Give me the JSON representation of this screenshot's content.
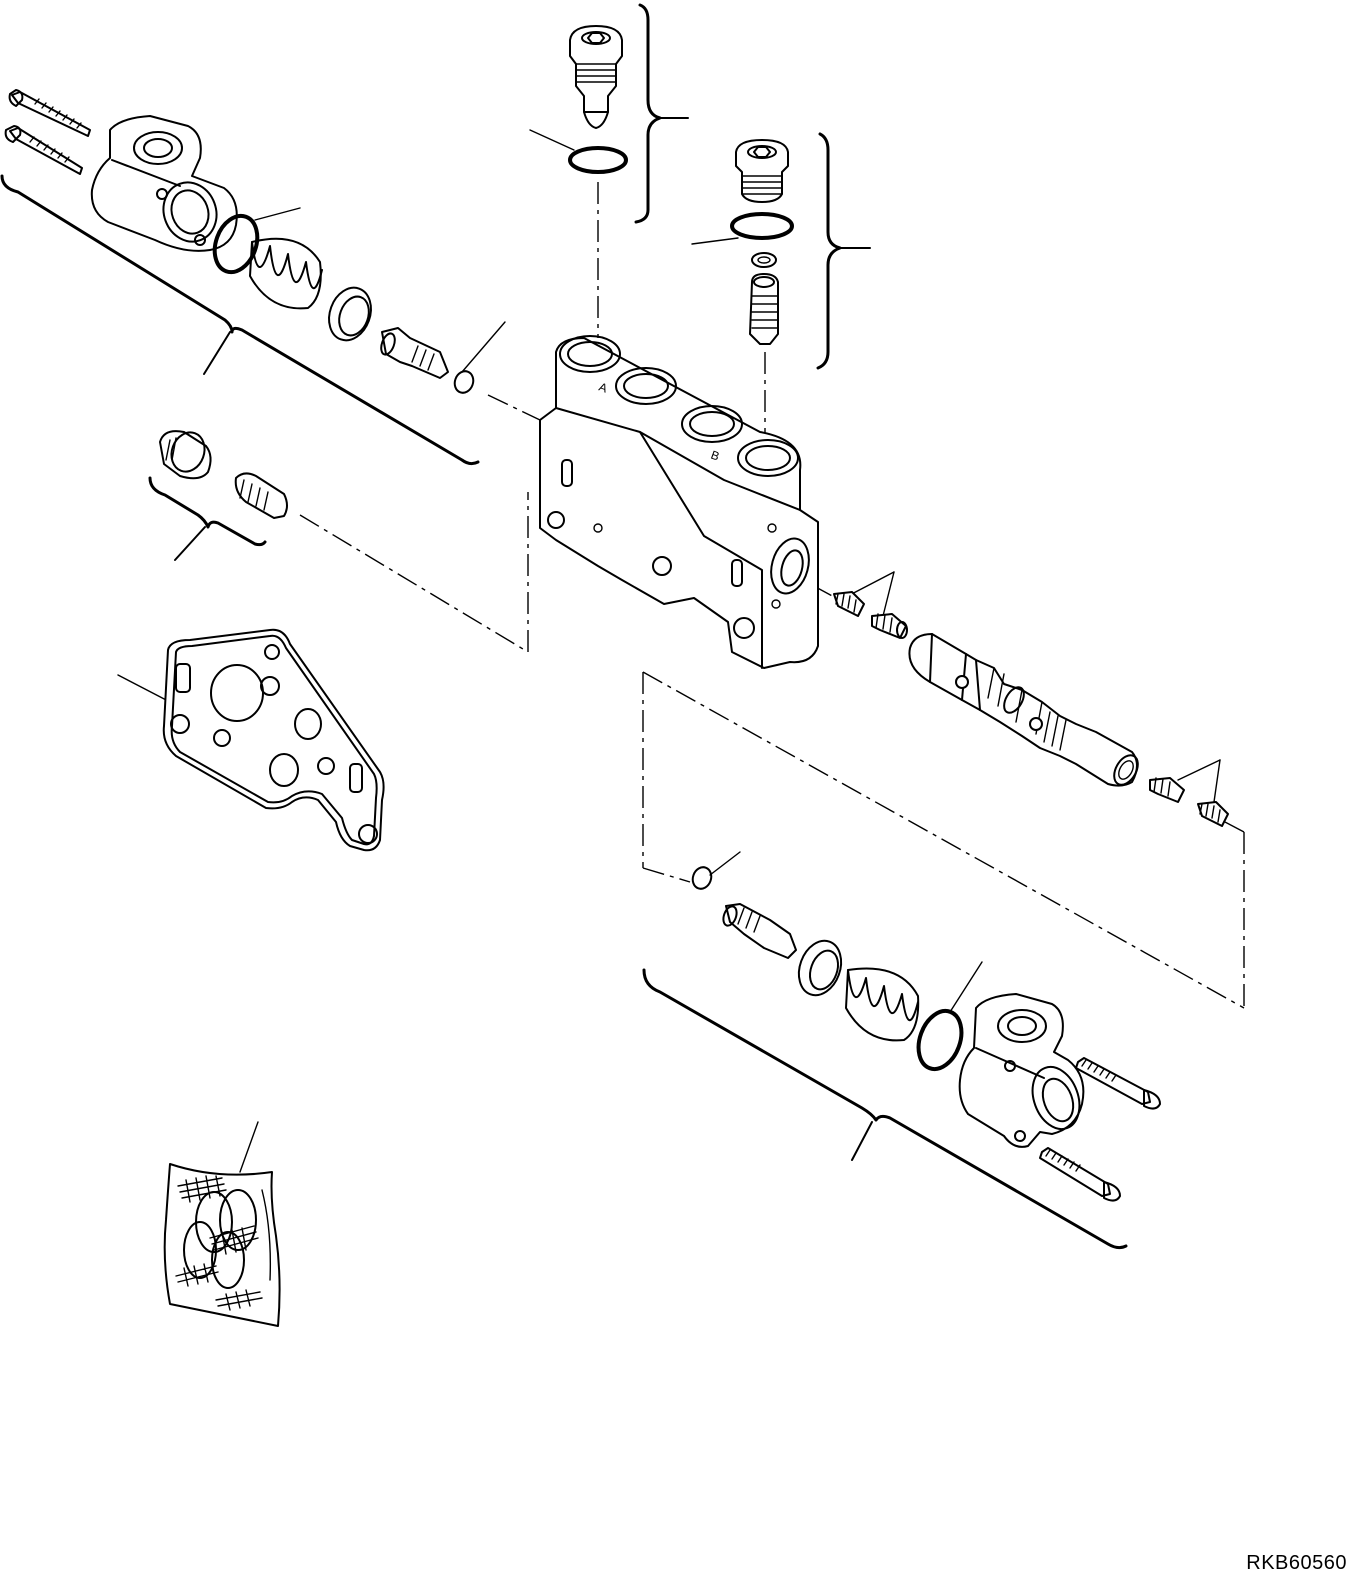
{
  "drawing_code": "RKB60560",
  "port_labels": {
    "a": "A",
    "b": "B"
  }
}
